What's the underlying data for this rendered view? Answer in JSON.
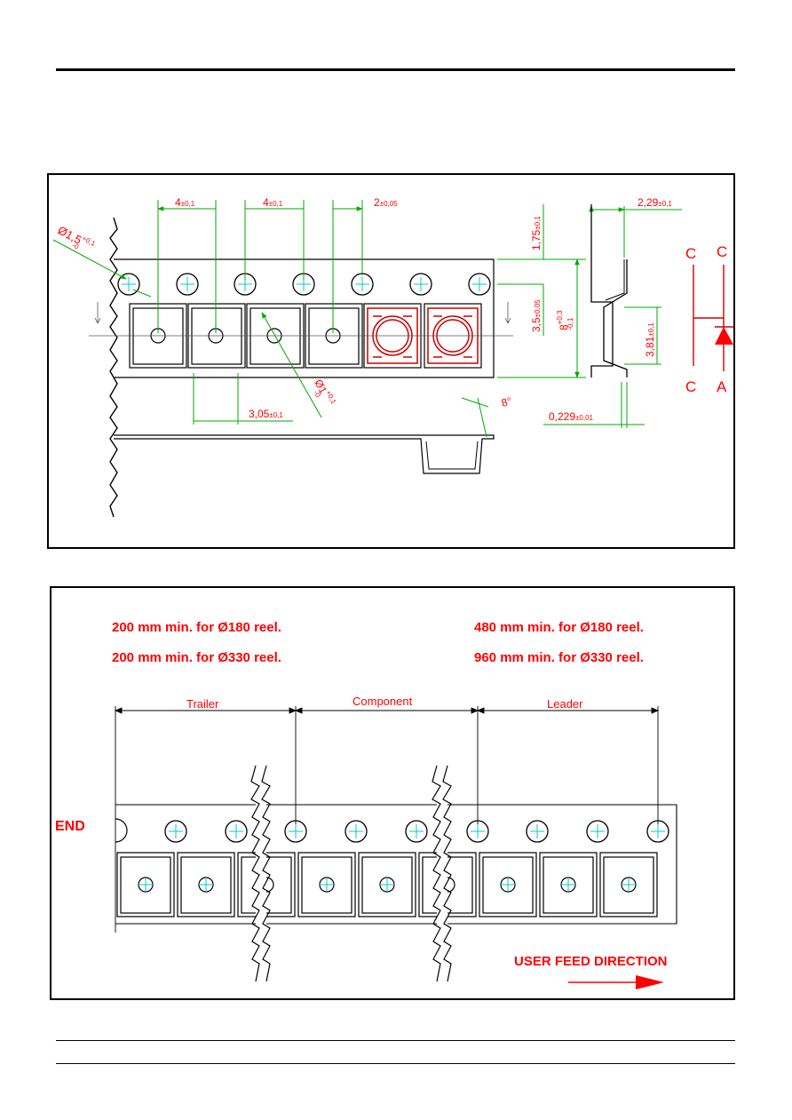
{
  "tape_dims": {
    "pitch_hole": "4",
    "pitch_hole_tol": "±0,1",
    "pitch_pocket": "4",
    "pitch_pocket_tol": "±0,1",
    "p2": "2",
    "p2_tol": "±0,05",
    "hole_dia": "Ø1,5",
    "hole_dia_tol_up": "+0,1",
    "hole_dia_tol_dn": "-0",
    "edge": "1,75",
    "edge_tol": "±0,1",
    "f": "3,5",
    "f_tol": "±0,05",
    "width": "8",
    "width_tol_up": "+0,3",
    "width_tol_dn": "-0,1",
    "pocket_hole_dia": "Ø1",
    "pocket_hole_tol_up": "+0,1",
    "pocket_hole_tol_dn": "-0",
    "pocket_w": "3,05",
    "pocket_w_tol": "±0,1",
    "angle": "8°",
    "depth": "2,29",
    "depth_tol": "±0,1",
    "pocket_h": "3,81",
    "pocket_h_tol": "±0,1",
    "thickness": "0,229",
    "thickness_tol": "±0,01"
  },
  "polarity": {
    "c1": "C",
    "c2": "C",
    "c3": "C",
    "a": "A"
  },
  "reel": {
    "trailer_180": "200 mm min. for Ø180 reel.",
    "trailer_330": "200 mm min. for Ø330 reel.",
    "leader_180": "480 mm min. for Ø180 reel.",
    "leader_330": "960 mm min. for Ø330 reel.",
    "trailer_label": "Trailer",
    "component_label": "Component",
    "leader_label": "Leader",
    "end_label": "END",
    "feed_direction": "USER FEED DIRECTION"
  }
}
